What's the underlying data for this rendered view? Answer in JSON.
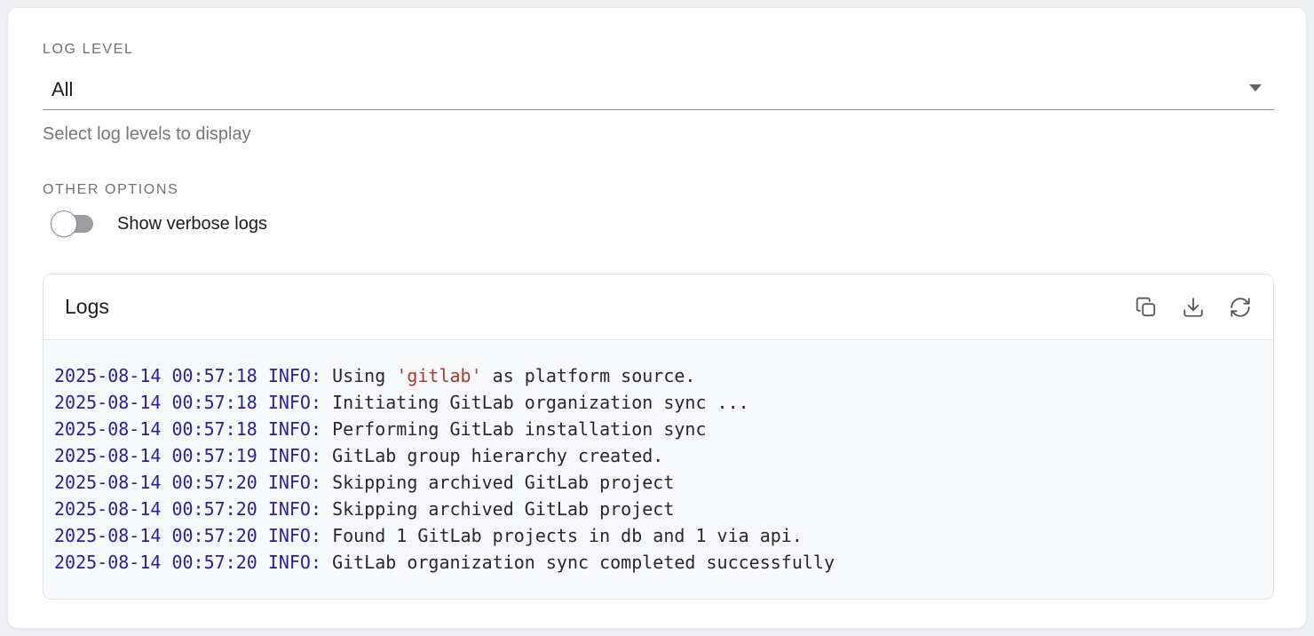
{
  "log_level_field": {
    "label": "LOG LEVEL",
    "value": "All",
    "helper_text": "Select log levels to display"
  },
  "other_options": {
    "label": "OTHER OPTIONS",
    "verbose_toggle": {
      "label": "Show verbose logs",
      "state": "off"
    }
  },
  "logs_panel": {
    "title": "Logs",
    "icons": [
      "copy-icon",
      "download-icon",
      "refresh-icon"
    ],
    "entries": [
      {
        "timestamp": "2025-08-14 00:57:18",
        "level": "INFO:",
        "pre": "Using ",
        "quoted": "'gitlab'",
        "post": " as platform source."
      },
      {
        "timestamp": "2025-08-14 00:57:18",
        "level": "INFO:",
        "pre": "Initiating GitLab organization sync ...",
        "quoted": "",
        "post": ""
      },
      {
        "timestamp": "2025-08-14 00:57:18",
        "level": "INFO:",
        "pre": "Performing GitLab installation sync",
        "quoted": "",
        "post": ""
      },
      {
        "timestamp": "2025-08-14 00:57:19",
        "level": "INFO:",
        "pre": "GitLab group hierarchy created.",
        "quoted": "",
        "post": ""
      },
      {
        "timestamp": "2025-08-14 00:57:20",
        "level": "INFO:",
        "pre": "Skipping archived GitLab project",
        "quoted": "",
        "post": ""
      },
      {
        "timestamp": "2025-08-14 00:57:20",
        "level": "INFO:",
        "pre": "Skipping archived GitLab project",
        "quoted": "",
        "post": ""
      },
      {
        "timestamp": "2025-08-14 00:57:20",
        "level": "INFO:",
        "pre": "Found 1 GitLab projects in db and 1 via api.",
        "quoted": "",
        "post": ""
      },
      {
        "timestamp": "2025-08-14 00:57:20",
        "level": "INFO:",
        "pre": "GitLab organization sync completed successfully",
        "quoted": "",
        "post": ""
      }
    ]
  },
  "colors": {
    "timestamp": "#251fa2",
    "level_info": "#251fa2",
    "quoted": "#a93a30",
    "message": "#28282c"
  }
}
